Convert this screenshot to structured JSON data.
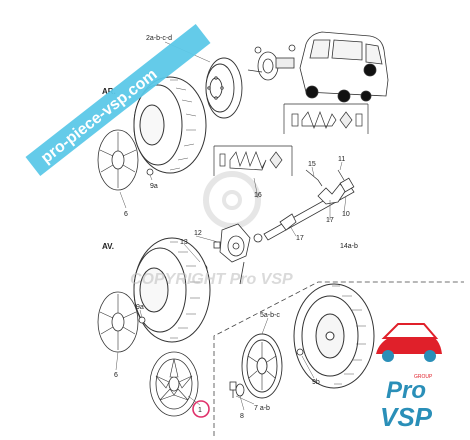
{
  "banner": {
    "text": "pro-piece-vsp.com",
    "color": "#5cc8e8"
  },
  "sections": {
    "rear": "AR.",
    "front": "AV."
  },
  "watermark": {
    "text": "COPYRIGHT Pro VSP"
  },
  "logo": {
    "line1": "Pro",
    "line2": "VSP",
    "sub": "GROUP",
    "brand_color": "#2a8fb8",
    "accent_color": "#e0202a"
  },
  "highlight_color": "#e0306a",
  "callouts": {
    "c_2abcd": "2a-b-c-d",
    "c_6_top": "6",
    "c_9a_top": "9a",
    "c_16": "16",
    "c_15": "15",
    "c_11": "11",
    "c_17a": "17",
    "c_10": "10",
    "c_17b": "17",
    "c_14ab": "14a-b",
    "c_13": "13",
    "c_12": "12",
    "c_6_bot": "6",
    "c_9a_bot": "9a",
    "c_5abc": "5a-b-c",
    "c_9b": "9b",
    "c_7ab": "7 a-b",
    "c_8": "8",
    "c_1": "1"
  }
}
